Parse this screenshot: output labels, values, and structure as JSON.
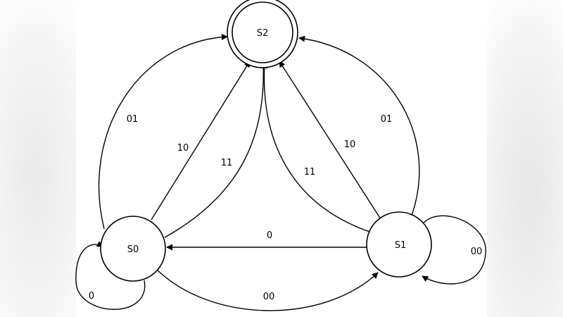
{
  "states": {
    "s0": {
      "label": "S0"
    },
    "s1": {
      "label": "S1"
    },
    "s2": {
      "label": "S2",
      "accepting": true
    }
  },
  "transitions": [
    {
      "from": "S0",
      "to": "S0",
      "label": "0"
    },
    {
      "from": "S0",
      "to": "S1",
      "label": "00"
    },
    {
      "from": "S0",
      "to": "S2",
      "label": "01"
    },
    {
      "from": "S0",
      "to": "S2",
      "label": "10"
    },
    {
      "from": "S0",
      "to": "S2",
      "label": "11"
    },
    {
      "from": "S1",
      "to": "S1",
      "label": "00"
    },
    {
      "from": "S1",
      "to": "S0",
      "label": "0"
    },
    {
      "from": "S1",
      "to": "S2",
      "label": "01"
    },
    {
      "from": "S1",
      "to": "S2",
      "label": "10"
    },
    {
      "from": "S1",
      "to": "S2",
      "label": "11"
    }
  ],
  "colors": {
    "stroke": "#000000",
    "background": "#ffffff"
  }
}
